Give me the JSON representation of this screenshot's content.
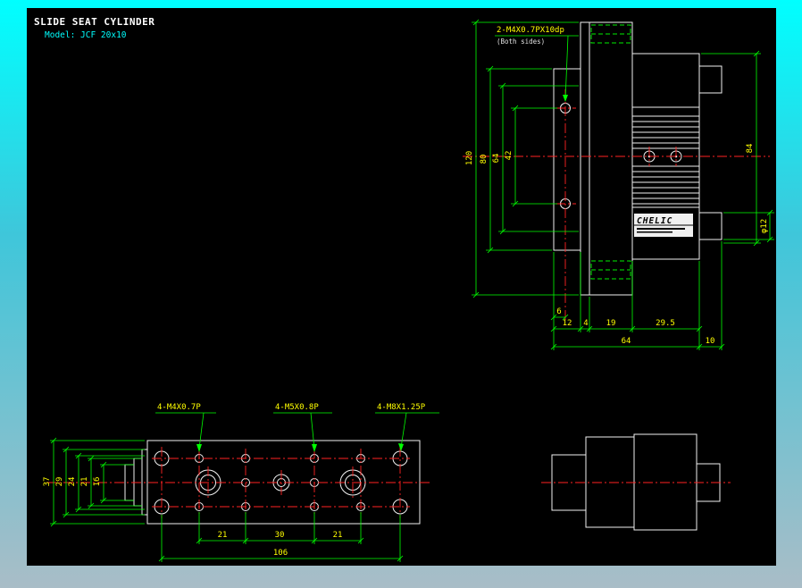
{
  "window": {
    "canvas_color": "#000000",
    "background_gradient_top": "#00ffff",
    "background_gradient_bottom": "#a9bdc7"
  },
  "colors": {
    "geometry": "#f0f0f0",
    "centerline": "#ff2222",
    "dimension_line": "#00ff00",
    "dimension_text": "#ffff00",
    "hidden_line": "#00ee00",
    "title_text": "#ffffff",
    "model_text": "#00ffff"
  },
  "title_block": {
    "product": "SLIDE SEAT CYLINDER",
    "model": "Model: JCF 20x10"
  },
  "side_view": {
    "thread_callout": "2-M4X0.7PX10dp",
    "thread_callout_note": "(Both sides)",
    "logo_text": "CHELIC",
    "dims": {
      "overall_height": "120",
      "body_height": "80",
      "slot_height": "64",
      "hole_spacing": "42",
      "hole_offset": "6",
      "seg_a": "12",
      "seg_b": "4",
      "seg_c": "19",
      "seg_d": "29.5",
      "overall_width": "64",
      "rod_length": "10",
      "right_height": "84",
      "rod_diameter": "φ12"
    }
  },
  "plan_view": {
    "callouts": {
      "m4": "4-M4X0.7P",
      "m5": "4-M5X0.8P",
      "m8": "4-M8X1.25P"
    },
    "dims": {
      "width_overall": "37",
      "width_29": "29",
      "width_24": "24",
      "width_21": "21",
      "width_16": "16",
      "pitch_left": "21",
      "pitch_center": "30",
      "pitch_right": "21",
      "length_106": "106"
    }
  }
}
